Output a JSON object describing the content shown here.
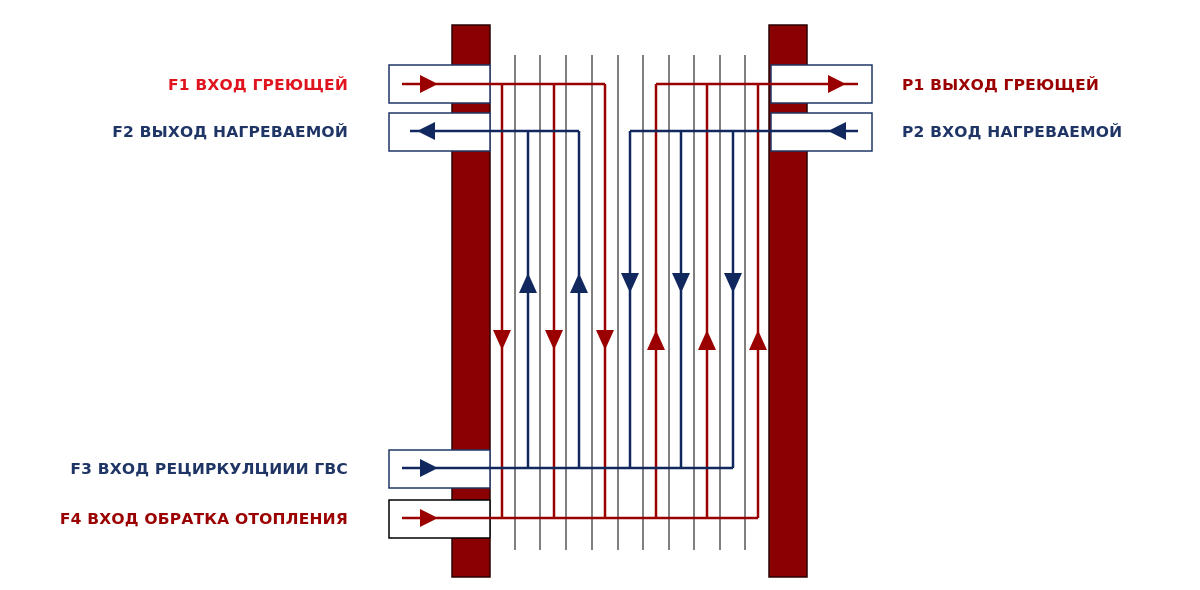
{
  "labels": {
    "f1": "F1  ВХОД ГРЕЮЩЕЙ",
    "f2": "F2  ВЫХОД НАГРЕВАЕМОЙ",
    "f3": "F3  ВХОД РЕЦИРКУЛЦИИИ ГВС",
    "f4": "F4  ВХОД ОБРАТКА ОТОПЛЕНИЯ",
    "p1": "P1  ВЫХОД ГРЕЮЩЕЙ",
    "p2": "P2  ВХОД НАГРЕВАЕМОЙ"
  },
  "colors": {
    "heating_red": "#9b0000",
    "label_red": "#e0141e",
    "heated_blue": "#10285e",
    "frame_plate": "#8b0000",
    "outline": "#1f3566",
    "plate_line": "#000000"
  }
}
